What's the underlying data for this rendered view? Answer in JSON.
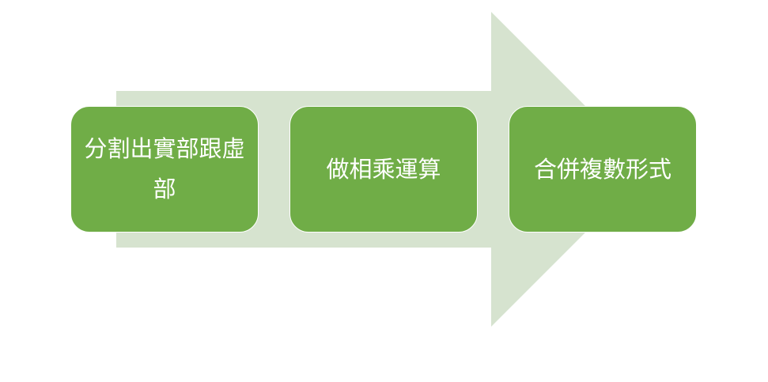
{
  "diagram": {
    "type": "process-arrow",
    "colors": {
      "arrow": "#D6E3CF",
      "step_fill": "#70AD47",
      "step_text": "#FFFFFF",
      "step_border": "#FFFFFF"
    },
    "steps": [
      {
        "label": "分割出實部跟虛部"
      },
      {
        "label": "做相乘運算"
      },
      {
        "label": "合併複數形式"
      }
    ]
  }
}
